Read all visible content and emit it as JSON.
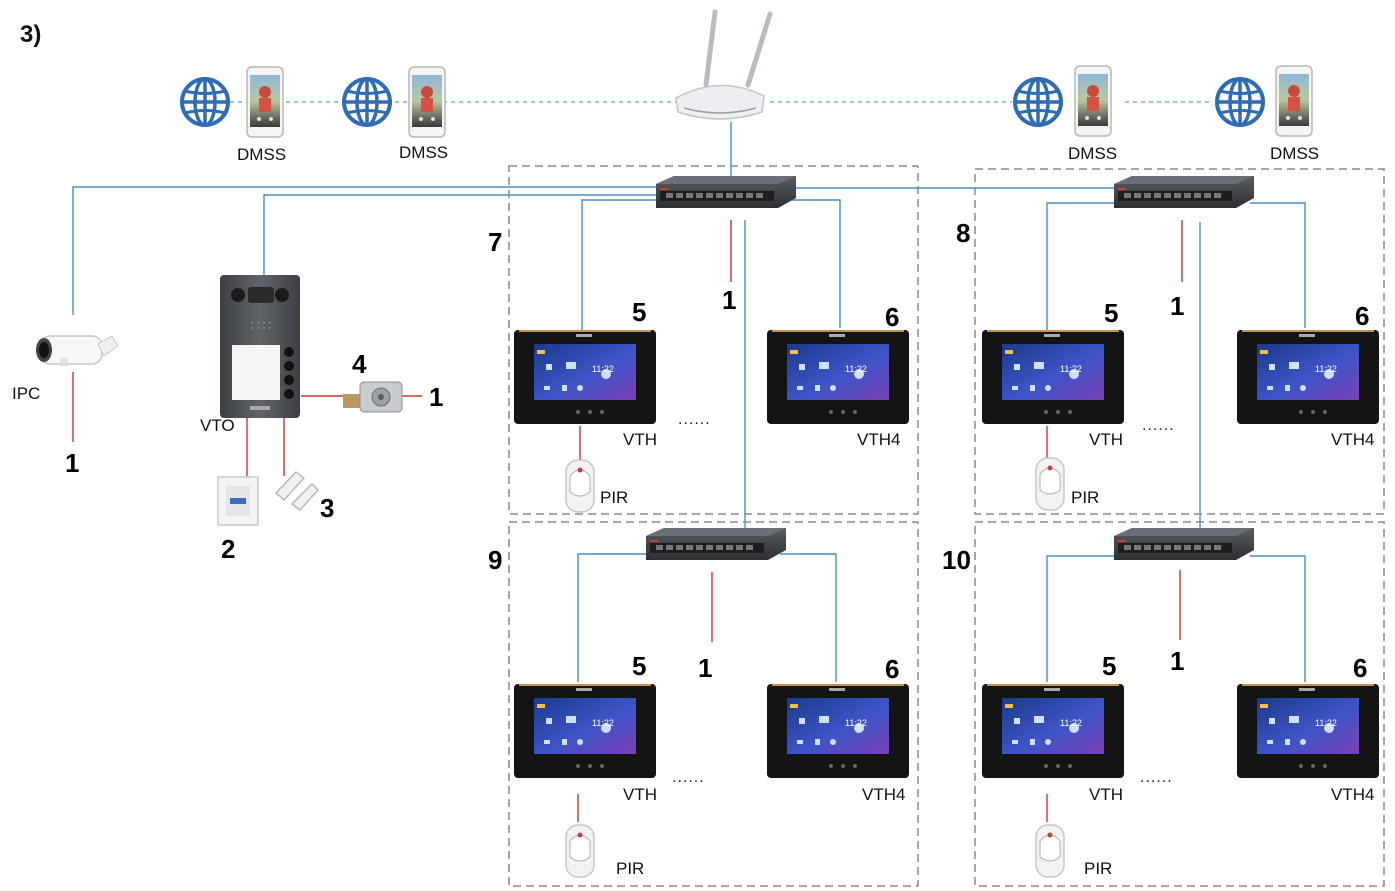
{
  "figure_label": "3)",
  "dmss_label": "DMSS",
  "ipc_label": "IPC",
  "vto_label": "VTO",
  "vth_label": "VTH",
  "vth4_label": "VTH4",
  "pir_label": "PIR",
  "dots": "......",
  "screen_time": "11:22",
  "numbers": {
    "n1": "1",
    "n2": "2",
    "n3": "3",
    "n4": "4",
    "n5": "5",
    "n6": "6",
    "n7": "7",
    "n8": "8",
    "n9": "9",
    "n10": "10"
  },
  "colors": {
    "network_line": "#4a8fc8",
    "power_line": "#d0342c",
    "dashed_line": "#5aa0d8",
    "box_border": "#8a8a8a"
  }
}
